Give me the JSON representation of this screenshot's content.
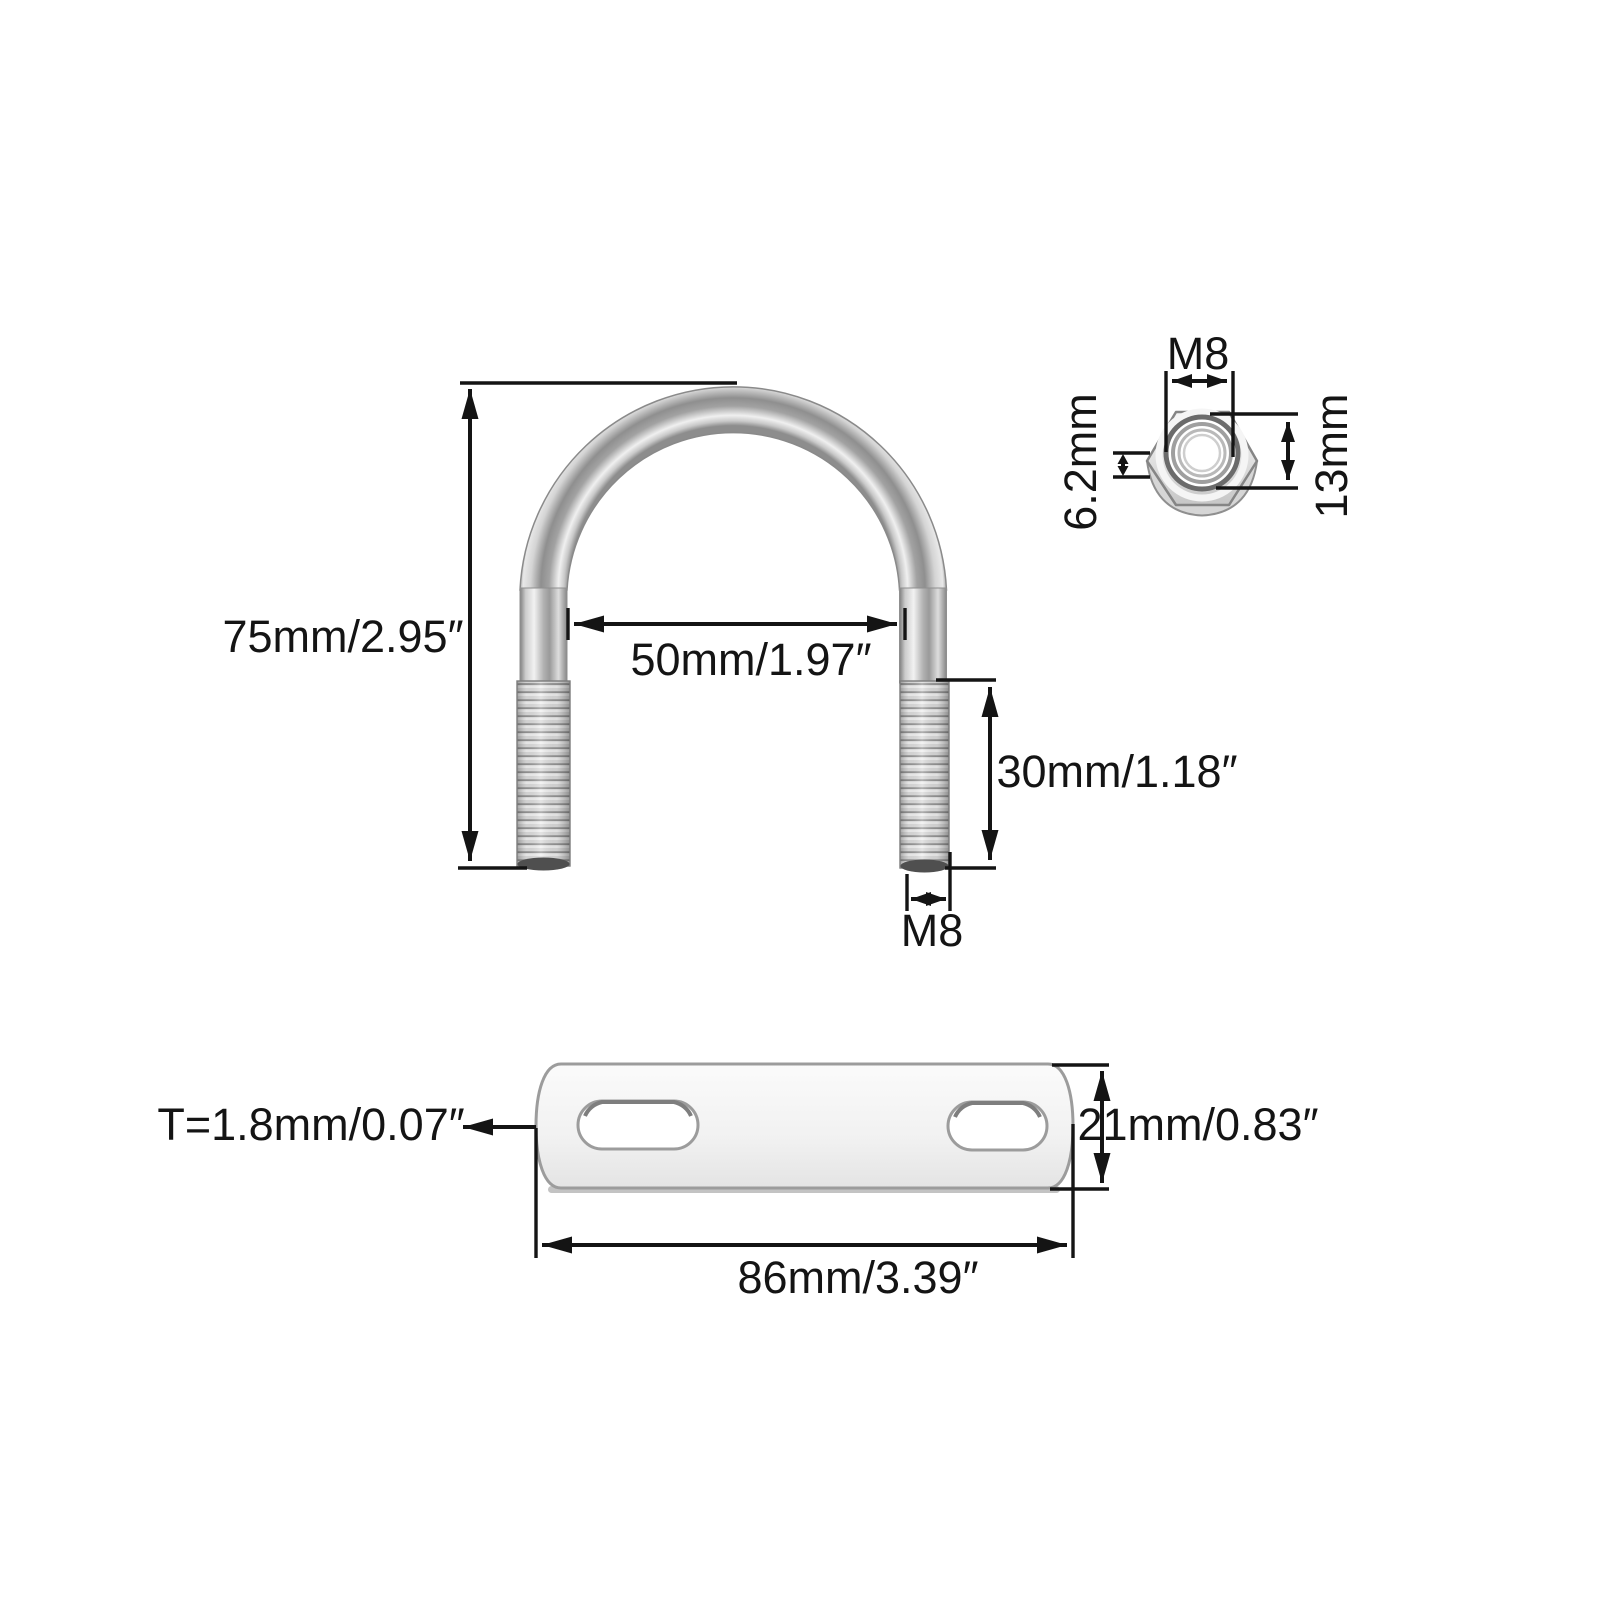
{
  "page": {
    "background": "#ffffff",
    "line_color": "#141414",
    "metal_light": "#f0f0f0",
    "metal_mid": "#b0b0b0",
    "metal_dark": "#5a5a5a"
  },
  "u_bolt": {
    "part": "u-bolt",
    "height_label": "75mm/2.95″",
    "inner_width_label": "50mm/1.97″",
    "thread_length_label": "30mm/1.18″",
    "thread_size_label": "M8"
  },
  "nut": {
    "part": "hex-nut",
    "thread_size_label": "M8",
    "thickness_label": "6.2mm",
    "width_across_flats_label": "13mm"
  },
  "plate": {
    "part": "backing-plate",
    "thickness_label": "T=1.8mm/0.07″",
    "width_label": "21mm/0.83″",
    "length_label": "86mm/3.39″"
  }
}
